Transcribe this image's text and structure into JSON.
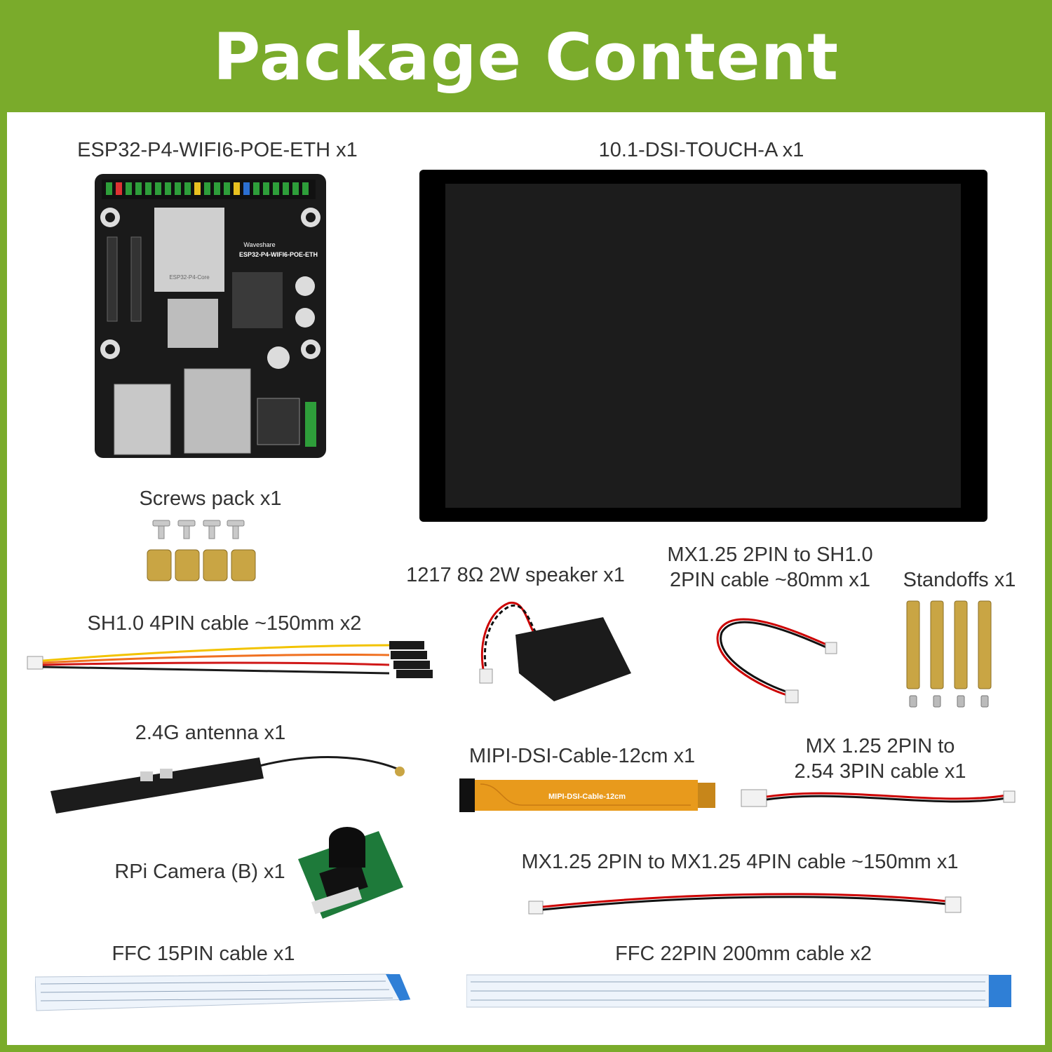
{
  "header": {
    "title": "Package Content"
  },
  "items": {
    "board": {
      "label": "ESP32-P4-WIFI6-POE-ETH x1"
    },
    "display": {
      "label": "10.1-DSI-TOUCH-A x1"
    },
    "screws": {
      "label": "Screws pack x1"
    },
    "speaker": {
      "label": "1217 8Ω 2W speaker x1"
    },
    "mx_sh_cable": {
      "label_line1": "MX1.25 2PIN to SH1.0",
      "label_line2": "2PIN cable ~80mm x1"
    },
    "standoffs": {
      "label": "Standoffs x1"
    },
    "sh_cable": {
      "label": "SH1.0 4PIN cable ~150mm x2"
    },
    "antenna": {
      "label": "2.4G antenna x1"
    },
    "mipi_cable": {
      "label": "MIPI-DSI-Cable-12cm x1",
      "print": "MIPI-DSI-Cable-12cm"
    },
    "mx_254_cable": {
      "label_line1": "MX 1.25 2PIN to",
      "label_line2": "2.54 3PIN cable x1"
    },
    "camera": {
      "label": "RPi Camera (B) x1"
    },
    "mx_4pin_cable": {
      "label": "MX1.25 2PIN to MX1.25 4PIN cable ~150mm x1"
    },
    "ffc15": {
      "label": "FFC 15PIN cable x1"
    },
    "ffc22": {
      "label": "FFC 22PIN 200mm cable x2"
    }
  },
  "board_print": {
    "brand": "Waveshare",
    "model": "ESP32-P4-WIFI6-POE-ETH",
    "module": "ESP32-P4-Core"
  },
  "colors": {
    "brand_green": "#7aab2b",
    "panel": "#ffffff",
    "text": "#333333",
    "pcb": "#1a1a1a",
    "brass": "#c9a544",
    "flex": "#e89a1c",
    "ffc_tab": "#2f7fd6"
  }
}
